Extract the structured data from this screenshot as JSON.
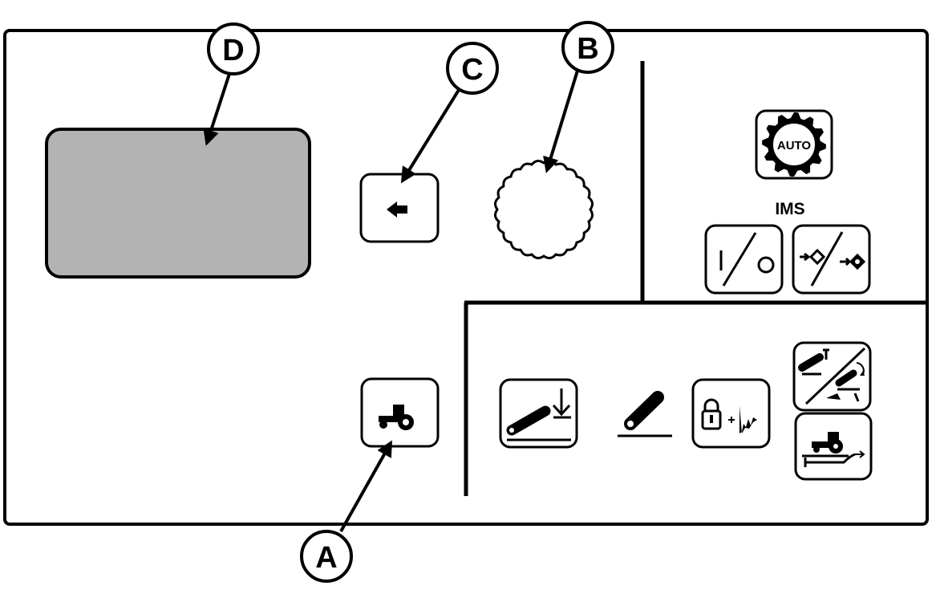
{
  "callouts": {
    "a": "A",
    "b": "B",
    "c": "C",
    "d": "D"
  },
  "panel": {
    "ims_label": "IMS",
    "auto_label": "AUTO"
  },
  "icons": {
    "back_button": "left-arrow-icon",
    "tractor_button": "tractor-icon",
    "knob": "rotary-knob",
    "auto_button": "gear-auto-icon",
    "ims_on_off_button": "on-off-icon",
    "ims_sequence_button": "ims-sequence-icon",
    "hitch_lower_button": "hitch-lower-icon",
    "hitch_position_indicator": "hitch-icon",
    "lock_button": "lock-plus-icon",
    "hitch_raise_lower_button": "hitch-raise-lower-icon",
    "tractor_speed_button": "tractor-ground-speed-icon"
  },
  "colors": {
    "display": "#b3b3b3",
    "line": "#000000",
    "background": "#ffffff"
  }
}
